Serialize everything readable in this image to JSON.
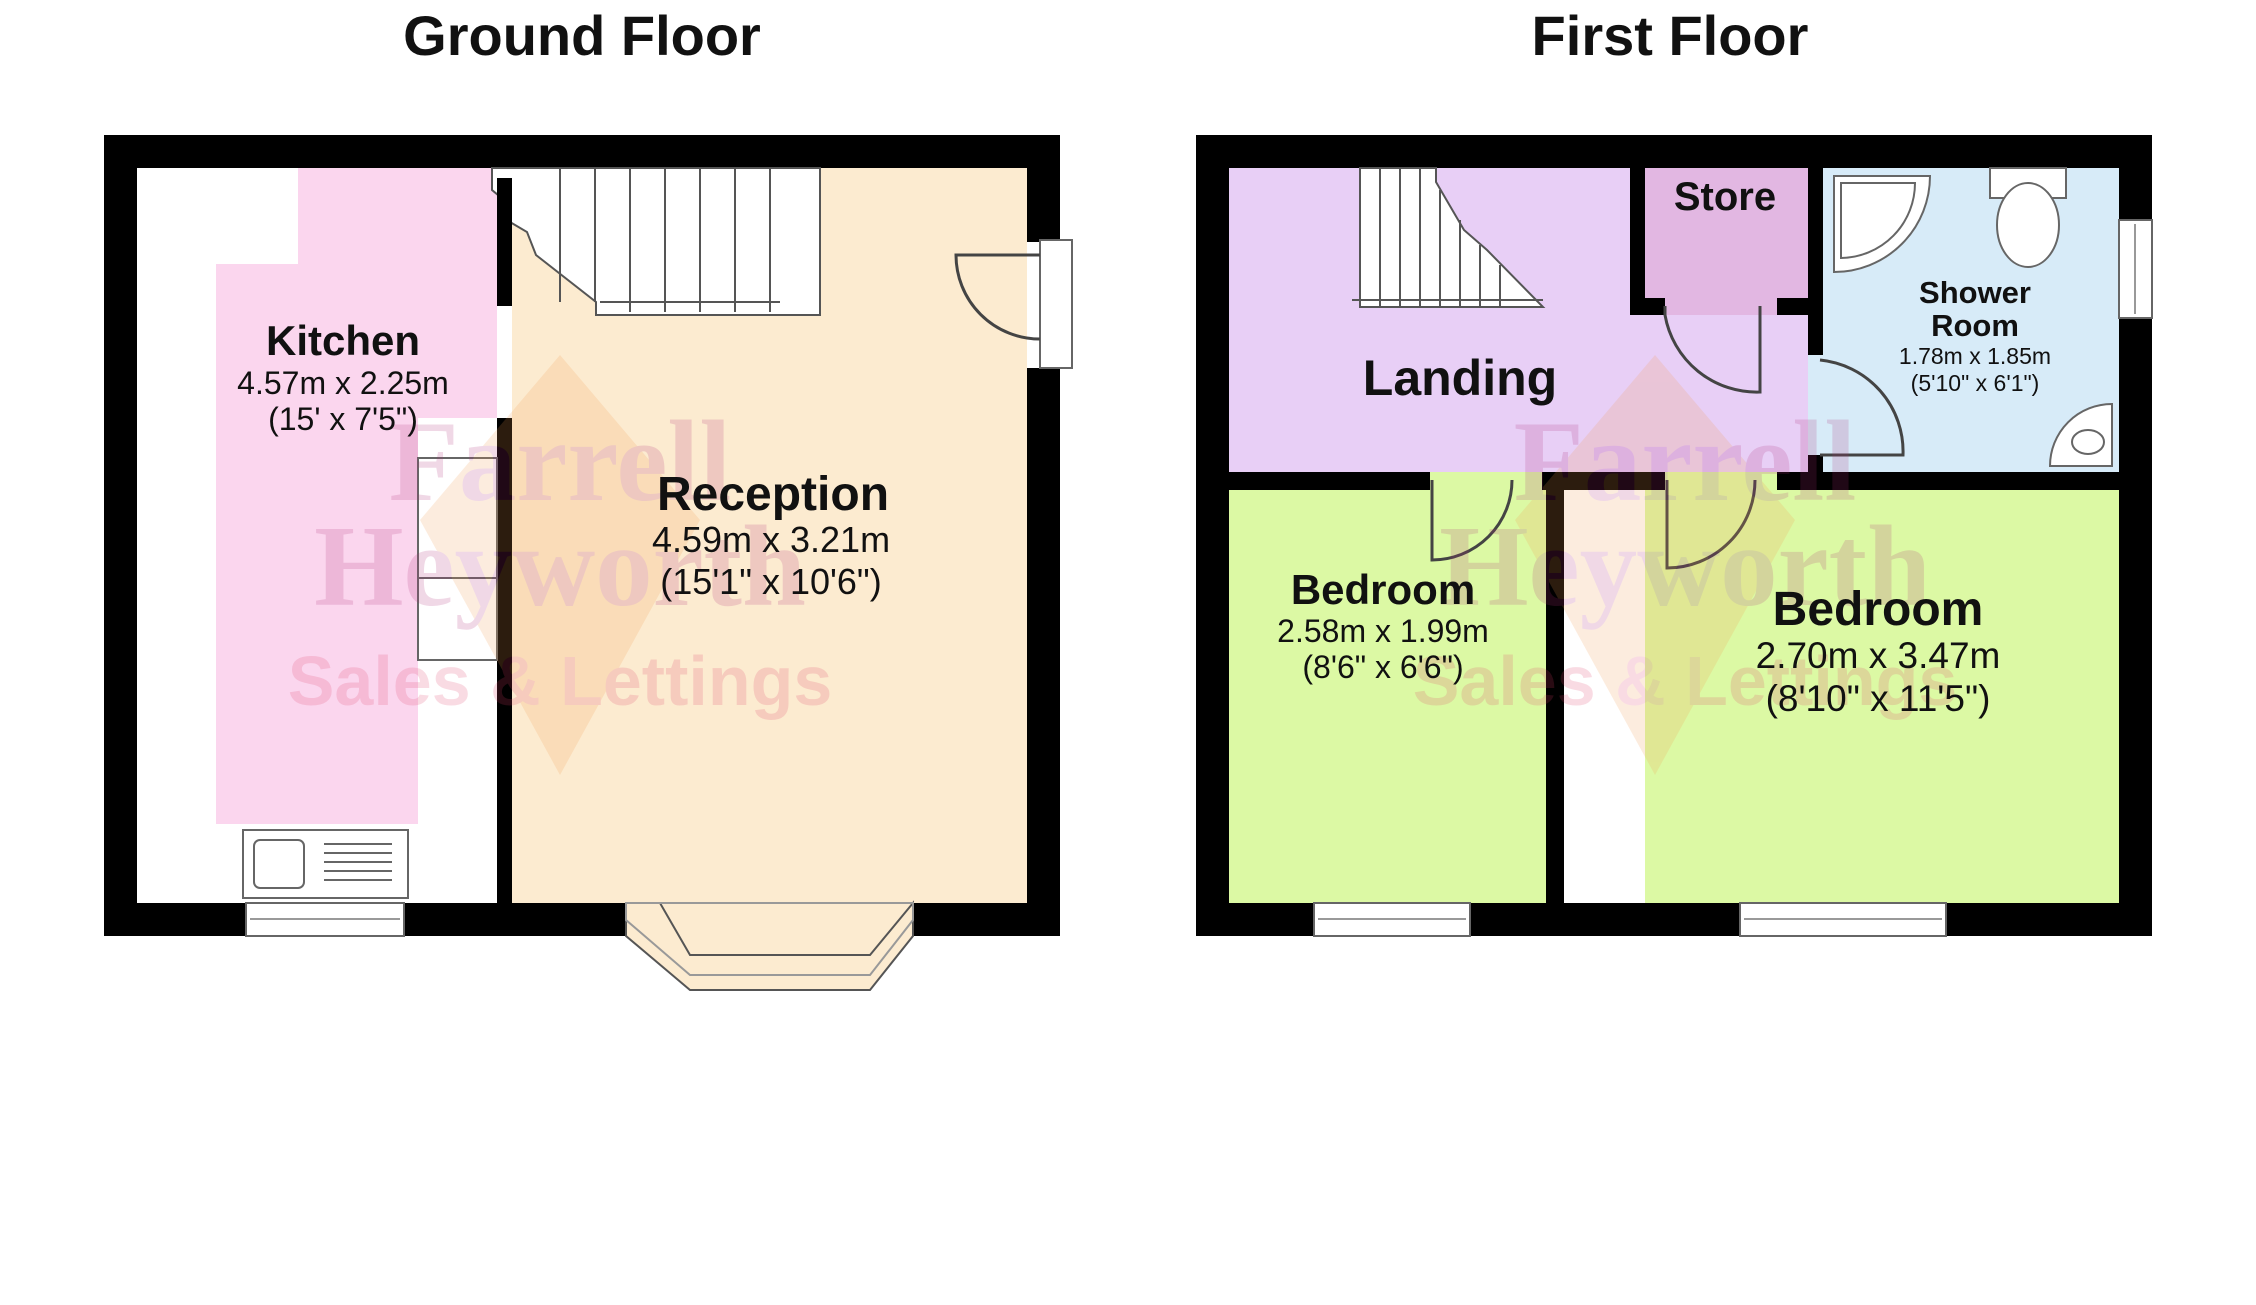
{
  "floors": [
    {
      "title": "Ground Floor",
      "rooms": [
        {
          "name": "Kitchen",
          "metric": "4.57m x 2.25m",
          "imperial": "(15' x 7'5\")",
          "color": "#fbd6ee"
        },
        {
          "name": "Reception",
          "metric": "4.59m x 3.21m",
          "imperial": "(15'1\" x 10'6\")",
          "color": "#fcebd0"
        }
      ]
    },
    {
      "title": "First Floor",
      "rooms": [
        {
          "name": "Landing",
          "color": "#e8cff6"
        },
        {
          "name": "Store",
          "color": "#e2b7e2"
        },
        {
          "name": "Shower\nRoom",
          "line1": "Shower",
          "line2": "Room",
          "metric": "1.78m x 1.85m",
          "imperial": "(5'10\" x 6'1\")",
          "color": "#d7ebf8"
        },
        {
          "name": "Bedroom",
          "metric": "2.58m x 1.99m",
          "imperial": "(8'6\" x 6'6\")",
          "color": "#dcf9a4"
        },
        {
          "name": "Bedroom",
          "metric": "2.70m x 3.47m",
          "imperial": "(8'10\" x 11'5\")",
          "color": "#dcf9a4"
        }
      ]
    }
  ],
  "watermark": {
    "line1": "Farrell",
    "line2": "Heyworth",
    "line3": "Sales & Lettings"
  },
  "colors": {
    "wall": "#000000",
    "background": "#ffffff"
  }
}
